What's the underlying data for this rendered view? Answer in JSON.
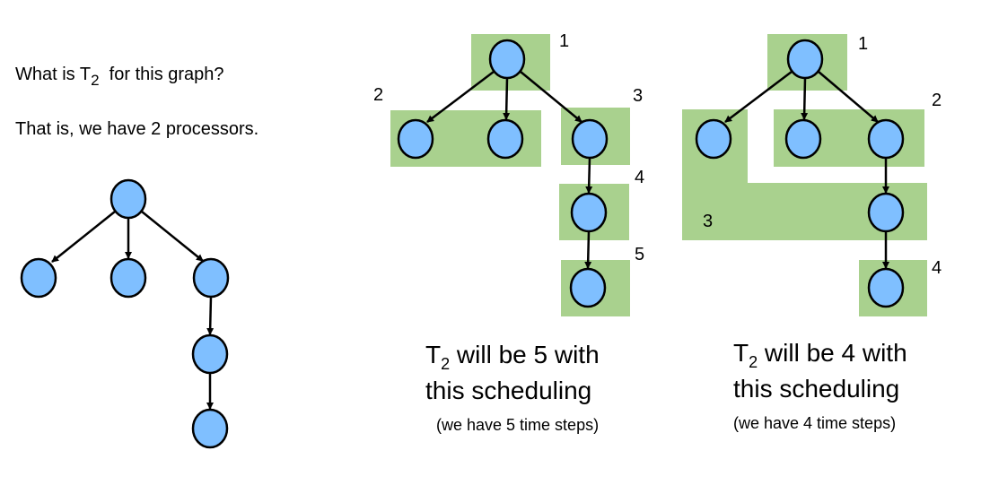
{
  "question": {
    "line1_pre": "What is T",
    "line1_sub": "2",
    "line1_post": "  for this graph?",
    "line2": "That is, we have 2 processors."
  },
  "schedule_a": {
    "step_labels": [
      "1",
      "2",
      "3",
      "4",
      "5"
    ],
    "caption_pre": "T",
    "caption_sub": "2",
    "caption_post": " will be 5 with",
    "caption_line2": "this scheduling",
    "note": "(we have 5 time steps)"
  },
  "schedule_b": {
    "step_labels": [
      "1",
      "2",
      "3",
      "4"
    ],
    "caption_pre": "T",
    "caption_sub": "2",
    "caption_post": " will be 4 with",
    "caption_line2": "this scheduling",
    "note": "(we have 4 time steps)"
  },
  "colors": {
    "node": "#7fbfff",
    "step_box": "#a9d18e"
  }
}
